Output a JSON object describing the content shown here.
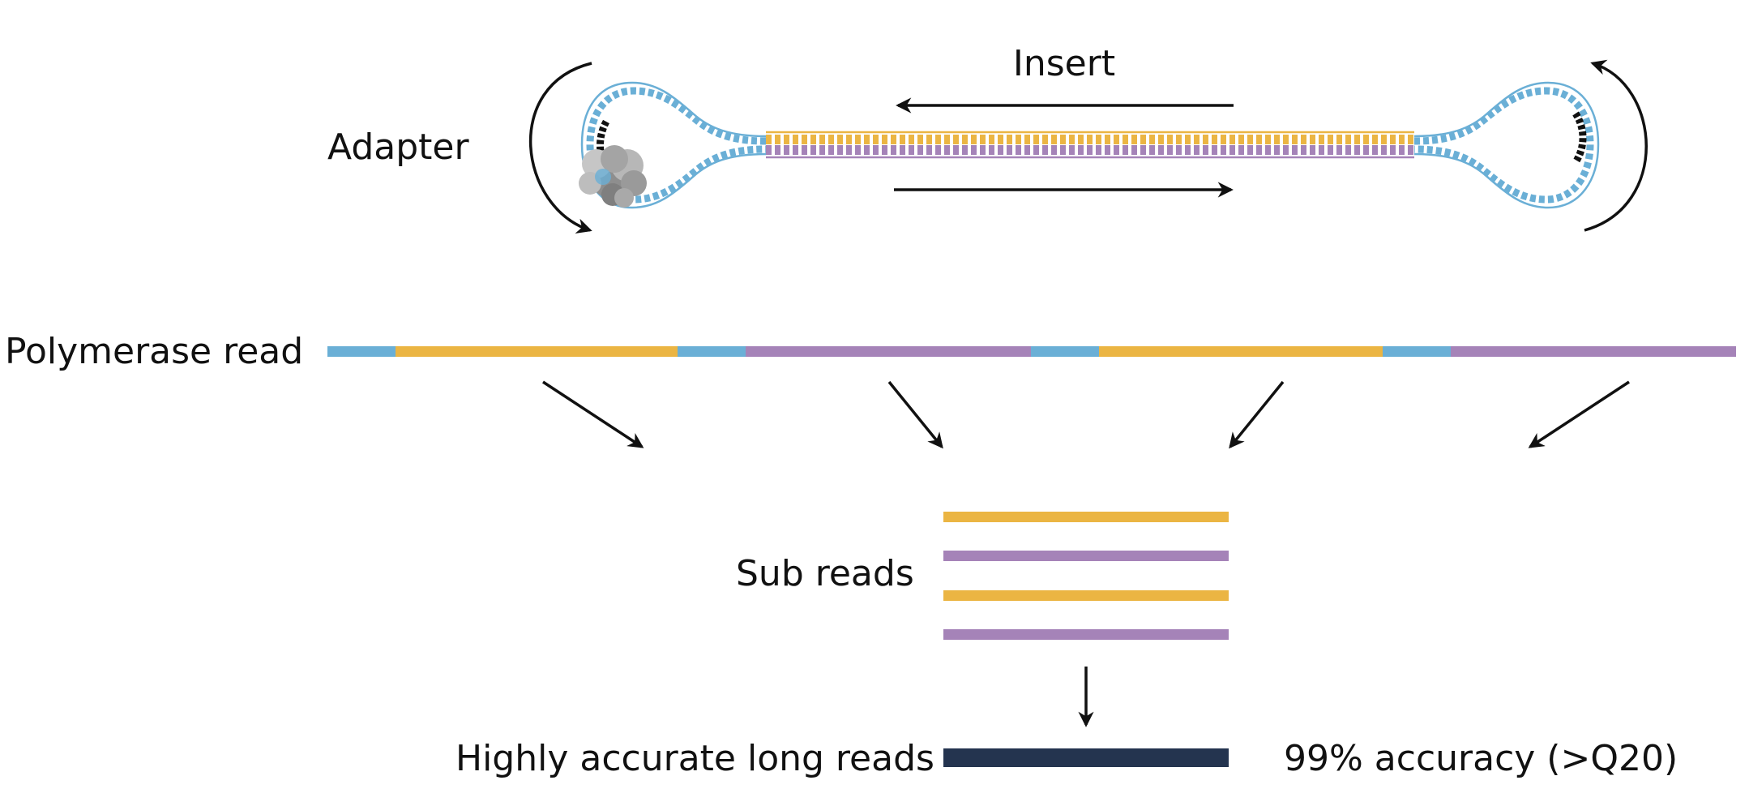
{
  "labels": {
    "insert": "Insert",
    "adapter": "Adapter",
    "polymerase_read": "Polymerase read",
    "sub_reads": "Sub reads",
    "hifi_reads": "Highly accurate long reads",
    "accuracy": "99% accuracy (>Q20)"
  },
  "polymerase_read_segments": [
    "adapter",
    "forward",
    "adapter",
    "reverse",
    "adapter",
    "forward",
    "adapter",
    "reverse"
  ],
  "sub_reads": [
    "forward",
    "reverse",
    "forward",
    "reverse"
  ],
  "colors": {
    "adapter": "#6aafd6",
    "forward": "#ebb543",
    "reverse": "#a583b8",
    "consensus": "#24344f",
    "arrow": "#111111",
    "polymerase": "#9a9a9a"
  }
}
